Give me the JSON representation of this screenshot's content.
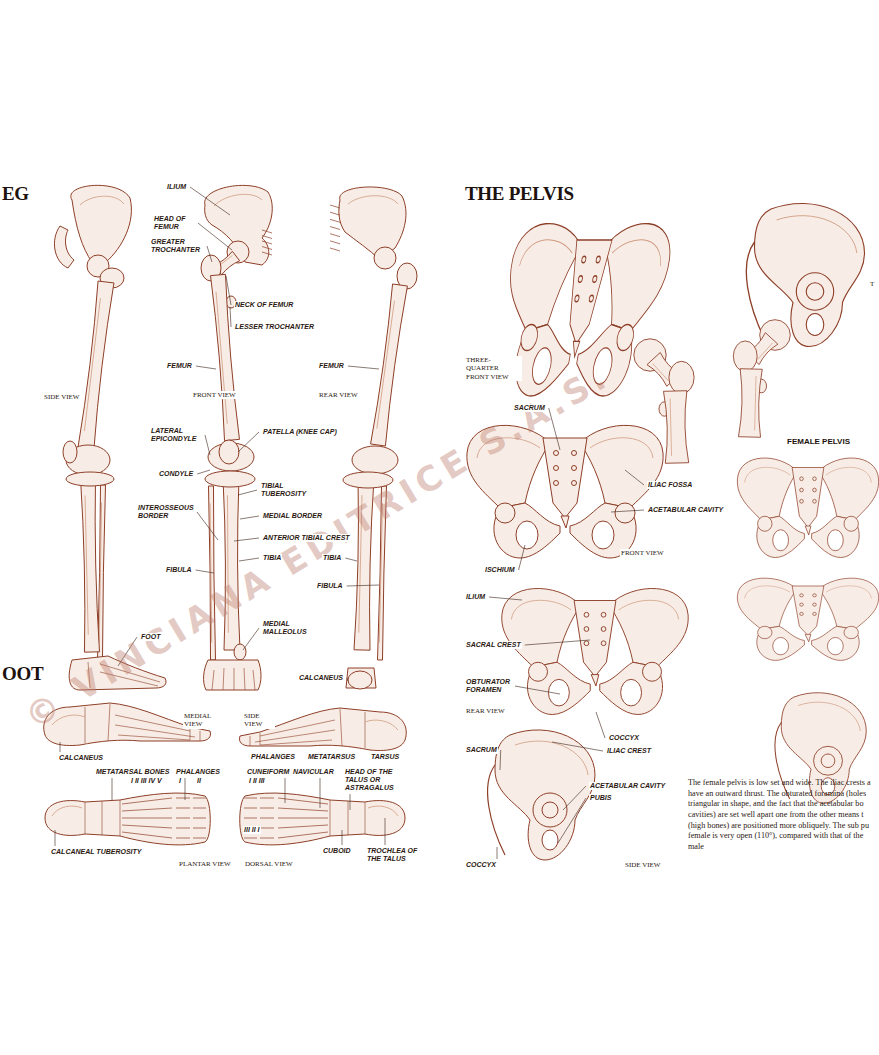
{
  "diagram": {
    "labels": [
      "EG",
      "ILIUM",
      "HEAD OF FEMUR",
      "GREATER TROCHANTER",
      "NECK OF FEMUR",
      "LESSER TROCHANTER",
      "SIDE VIEW",
      "FEMUR",
      "FRONT VIEW",
      "FEMUR",
      "REAR VIEW",
      "LATERAL EPICONDYLE",
      "PATELLA (KNEE CAP)",
      "CONDYLE",
      "TIBIAL TUBEROSITY",
      "INTEROSSEOUS BORDER",
      "MEDIAL BORDER",
      "ANTERIOR TIBIAL CREST",
      "TIBIA",
      "FIBULA",
      "TIBIA",
      "FIBULA",
      "MEDIAL MALLEOLUS",
      "FOOT",
      "CALCANEUS",
      "OOT",
      "MEDIAL VIEW",
      "SIDE VIEW",
      "CALCANEUS",
      "PHALANGES",
      "METATARSUS",
      "TARSUS",
      "METATARSAL BONES",
      "I II III IV V",
      "PHALANGES",
      "I",
      "II",
      "CUNEIFORM",
      "I II III",
      "NAVICULAR",
      "HEAD OF THE TALUS OR ASTRAGALUS",
      "III II I",
      "CALCANEAL TUBEROSITY",
      "PLANTAR VIEW",
      "DORSAL VIEW",
      "CUBOID",
      "TROCHLEA OF THE TALUS",
      "THE PELVIS",
      "THREE-QUARTER FRONT VIEW",
      "T",
      "SACRUM",
      "FEMALE PELVIS",
      "ILIAC FOSSA",
      "ACETABULAR CAVITY",
      "FRONT VIEW",
      "ISCHIUM",
      "ILIUM",
      "SACRAL CREST",
      "OBTURATOR FORAMEN",
      "REAR VIEW",
      "COCCYX",
      "ILIAC CREST",
      "SACRUM",
      "ACETABULAR CAVITY",
      "PUBIS",
      "COCCYX",
      "SIDE VIEW",
      "© VINCIANA EDITRICE S.A.S.",
      "The female pelvis is low set and wide. The iliac crests a have an outward thrust. The obturated foramina (holes triangular in shape, and the fact that the acetabular bo cavities) are set well apart one from the other means t (high bones) are positioned more obliquely. The sub pu female is very open (110°), compared with that of the male"
    ]
  }
}
